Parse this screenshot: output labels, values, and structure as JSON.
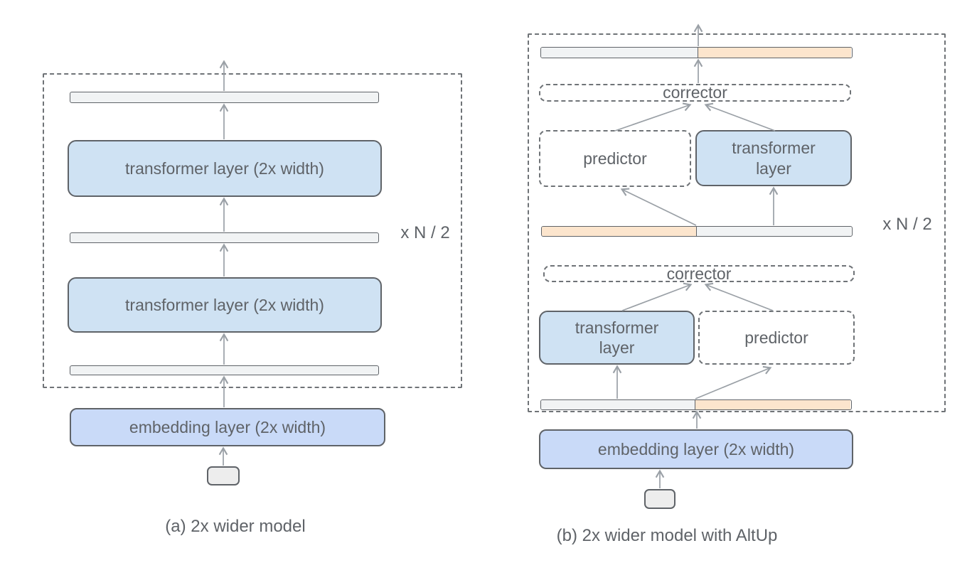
{
  "figure": {
    "type": "architecture-diagram",
    "description_left": "stack of 2x-width transformer layers",
    "description_right": "alternating-updates (AltUp) variant with predictor and corrector blocks"
  },
  "colors": {
    "blue": "#cfe2f3",
    "periwinkle": "#c9daf8",
    "orange": "#fce5cd",
    "gray_bar": "#f1f3f4",
    "input_gray": "#ededed",
    "border": "#5f6368",
    "dash": "#6f7377",
    "arrow": "#9aa0a6",
    "text": "#5f6368"
  },
  "diagram_a": {
    "caption": "(a) 2x wider model",
    "repeat_label": "x N / 2",
    "transformer_label": "transformer layer (2x width)",
    "embedding_label": "embedding layer (2x width)"
  },
  "diagram_b": {
    "caption": "(b) 2x wider model with AltUp",
    "repeat_label": "x N / 2",
    "corrector_label": "corrector",
    "predictor_label": "predictor",
    "transformer_label": "transformer layer",
    "embedding_label": "embedding layer (2x width)"
  }
}
